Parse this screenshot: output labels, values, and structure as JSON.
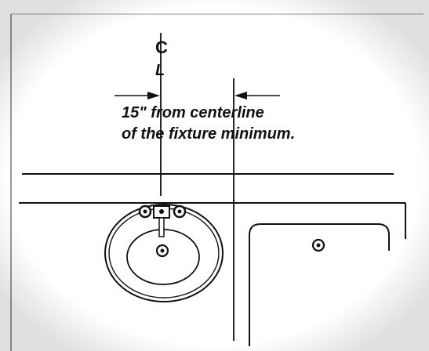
{
  "centerline_symbol": {
    "top_letter": "C",
    "bottom_letter": "L"
  },
  "note": {
    "line1": "15\" from centerline",
    "line2": "of the fixture minimum."
  },
  "colors": {
    "ink": "#111111",
    "background": "#ffffff"
  },
  "icons": {
    "faucet": "faucet-icon",
    "sink_drain": "drain-icon",
    "tub_drain": "drain-icon"
  }
}
